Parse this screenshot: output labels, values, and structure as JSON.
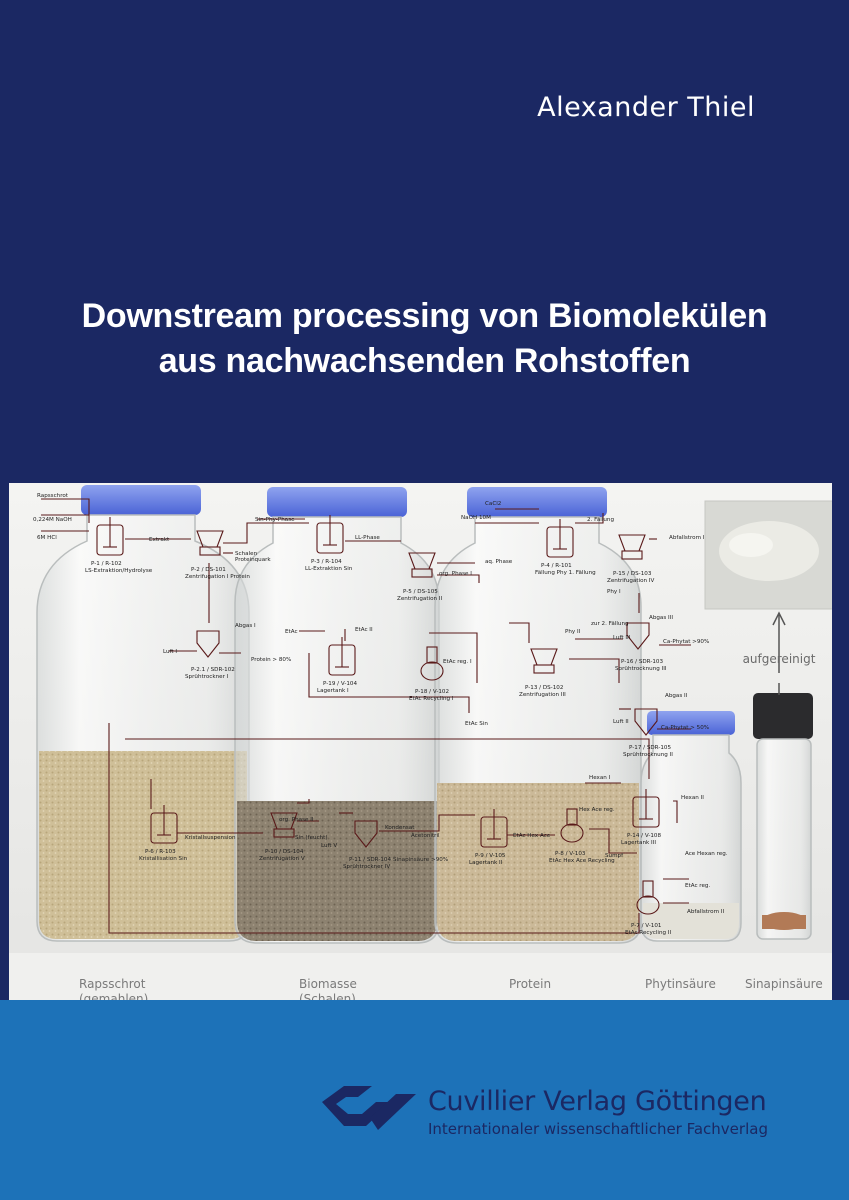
{
  "author": "Alexander Thiel",
  "title_line1": "Downstream processing von Biomolekülen",
  "title_line2": "aus nachwachsenden Rohstoffen",
  "publisher": {
    "name": "Cuvillier Verlag Göttingen",
    "subtitle": "Internationaler wissenschaftlicher Fachverlag"
  },
  "photo": {
    "label_aufgereinigt": "aufgereinigt",
    "jars": [
      {
        "line1": "Rapsschrot",
        "line2": "(gemahlen)"
      },
      {
        "line1": "Biomasse",
        "line2": "(Schalen)"
      },
      {
        "line1": "Protein",
        "line2": ""
      },
      {
        "line1": "Phytinsäure",
        "line2": ""
      },
      {
        "line1": "Sinapinsäure",
        "line2": ""
      }
    ]
  },
  "flowsheet": {
    "streams": [
      "Rapsschrot",
      "0,224M NaOH",
      "6M HCl",
      "Sin-Phy-Phase",
      "Schalen",
      "Proteinquark",
      "Extrakt",
      "LL-Phase",
      "aq. Phase",
      "CaCl2",
      "NaOH 10M",
      "2. Fällung",
      "Abfallstrom I",
      "org. Phase I",
      "Abgas I",
      "Luft I",
      "Protein > 80%",
      "EtAc",
      "EtAc II",
      "EtAc reg. I",
      "Phy I",
      "Phy II",
      "zur 2. Fällung",
      "Abgas III",
      "Luft III",
      "Ca-Phytat >90%",
      "Abgas II",
      "Luft II",
      "Ca-Phytat > 50%",
      "EtAc Sin",
      "Hexan I",
      "Hexan II",
      "Hex Ace reg.",
      "Ace Hexan reg.",
      "org. Phase II",
      "Sin (feucht)",
      "Luft V",
      "Kondensat",
      "Acetonitril",
      "Sinapinsäure >90%",
      "EtAc Hex Ace",
      "Sumpf",
      "EtAc reg.",
      "Abfallstrom II",
      "Kristallsuspension"
    ],
    "units": [
      {
        "id": "P-1 / R-102",
        "name": "LS-Extraktion/Hydrolyse"
      },
      {
        "id": "P-2 / DS-101",
        "name": "Zentrifugation I Protein"
      },
      {
        "id": "P-3 / R-104",
        "name": "LL-Extraktion Sin"
      },
      {
        "id": "P-5 / DS-105",
        "name": "Zentrifugation II"
      },
      {
        "id": "P-4 / R-101",
        "name": "Fällung Phy  1. Fällung"
      },
      {
        "id": "P-15 / DS-103",
        "name": "Zentrifugation IV"
      },
      {
        "id": "P-2.1 / SDR-102",
        "name": "Sprühtrockner I"
      },
      {
        "id": "P-19 / V-104",
        "name": "Lagertank I"
      },
      {
        "id": "P-18 / V-102",
        "name": "EtAc Recycling I"
      },
      {
        "id": "P-13 / DS-102",
        "name": "Zentrifugation III"
      },
      {
        "id": "P-16 / SDR-103",
        "name": "Sprühtrocknung III"
      },
      {
        "id": "P-17 / SDR-105",
        "name": "Sprühtrocknung II"
      },
      {
        "id": "P-14 / V-108",
        "name": "Lagertank III"
      },
      {
        "id": "P-6 / R-103",
        "name": "Kristallisation Sin"
      },
      {
        "id": "P-10 / DS-104",
        "name": "Zentrifugation V"
      },
      {
        "id": "P-11 / SDR-104",
        "name": "Sprühtrockner IV"
      },
      {
        "id": "P-9 / V-105",
        "name": "Lagertank II"
      },
      {
        "id": "P-8 / V-103",
        "name": "EtAc Hex Ace Recycling"
      },
      {
        "id": "P-7 / V-101",
        "name": "EtAc Recycling II"
      }
    ]
  }
}
